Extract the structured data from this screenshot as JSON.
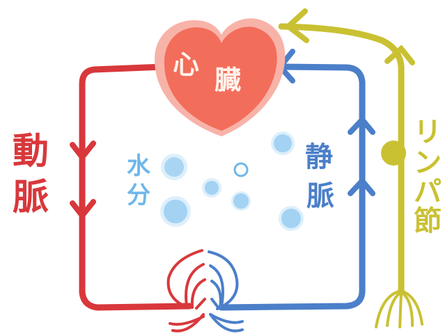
{
  "labels": {
    "heart_1": "心",
    "heart_2": "臓",
    "artery_1": "動",
    "artery_2": "脈",
    "water_1": "水",
    "water_2": "分",
    "vein_1": "静",
    "vein_2": "脈",
    "lymph_1": "リ",
    "lymph_2": "ン",
    "lymph_3": "パ",
    "lymph_4": "節"
  },
  "colors": {
    "artery": "#d8383c",
    "vein": "#4b7fc9",
    "lymph": "#c9c132",
    "heart": "#f36d5b",
    "heart_halo": "#f8b3a9",
    "water": "#6fb6ea"
  }
}
